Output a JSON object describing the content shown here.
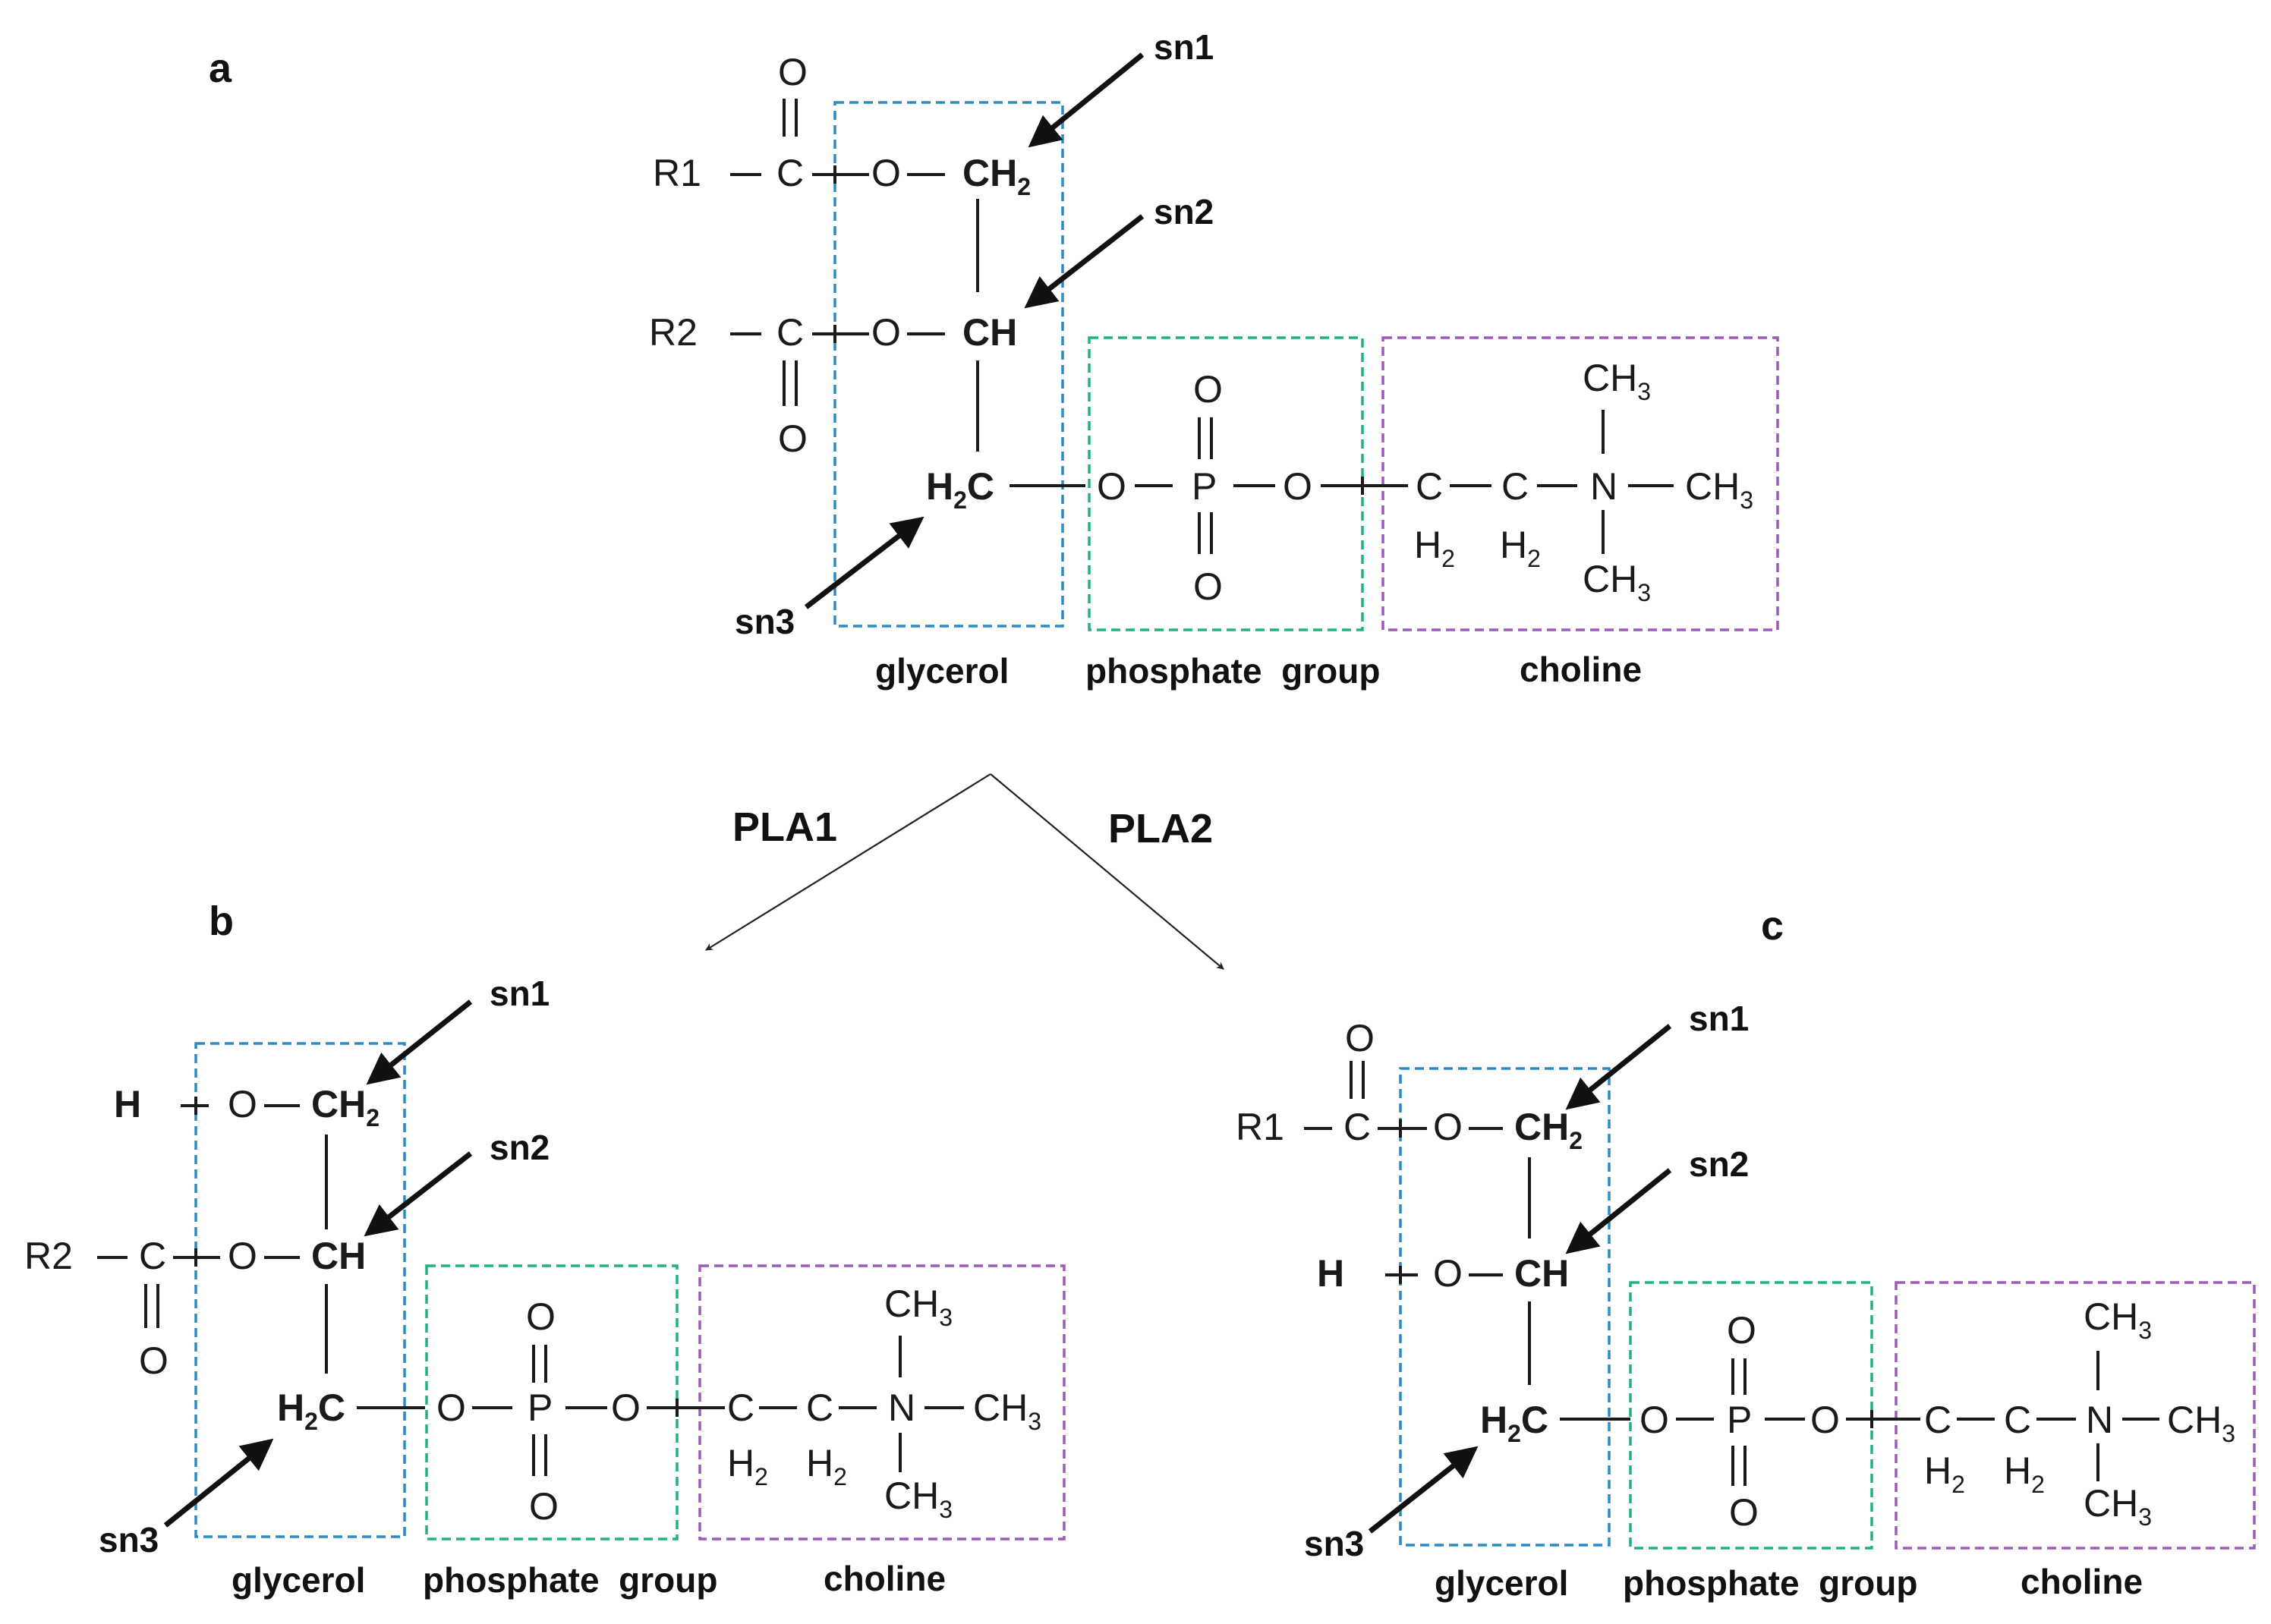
{
  "panels": {
    "a": "a",
    "b": "b",
    "c": "c"
  },
  "enzymes": {
    "pla1": "PLA1",
    "pla2": "PLA2"
  },
  "positions": {
    "sn1": "sn1",
    "sn2": "sn2",
    "sn3": "sn3"
  },
  "groups": {
    "glycerol": "glycerol",
    "phosphate": "phosphate  group",
    "choline": "choline"
  },
  "atoms": {
    "O": "O",
    "C": "C",
    "P": "P",
    "N": "N",
    "H": "H",
    "R1": "R1",
    "R2": "R2",
    "CH": "CH",
    "CH2": "CH",
    "H2C_H": "H",
    "H2C_C": "C",
    "CH3": "CH",
    "H2": "H",
    "sub2": "2",
    "sub3": "3"
  },
  "colors": {
    "glycerol": "#2a8bc4",
    "phosphate": "#1fb37a",
    "choline": "#9b5bb8",
    "ink": "#1a1a1a"
  }
}
